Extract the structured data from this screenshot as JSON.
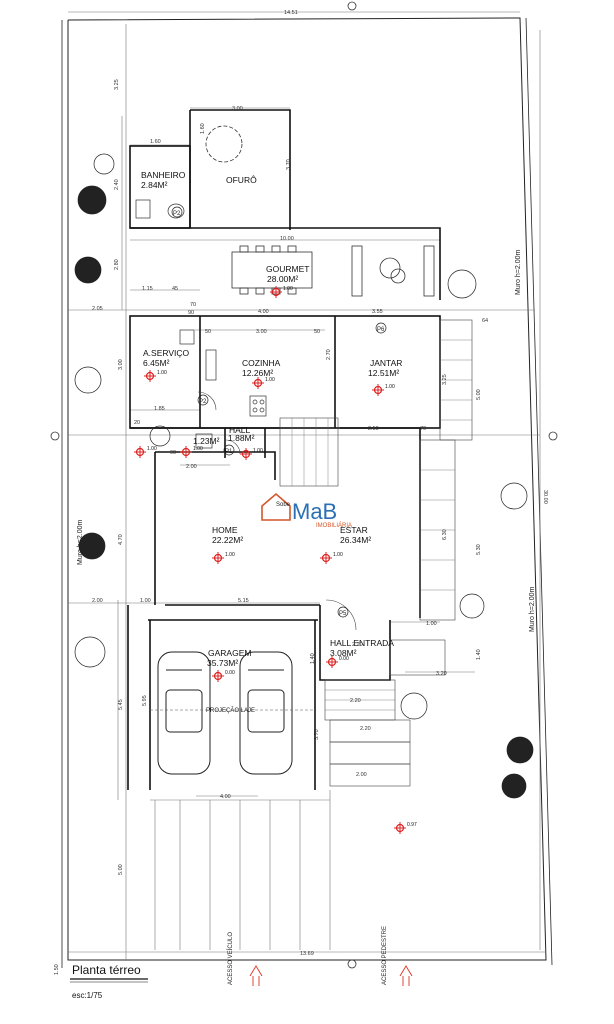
{
  "plan": {
    "title": "Planta térreo",
    "scale": "esc:1/75",
    "overall_width_top": "14.51",
    "overall_width_bottom": "13.69",
    "overall_depth": "30.00",
    "muro_left": "Muro h=2.00m",
    "muro_right_top": "Muro h=2.00m",
    "muro_right_bottom": "Muro h=2.00m",
    "projection_note": "PROJEÇÃO LAJE",
    "sobe": "Sobe",
    "access_left": "ACESSO VEÍCULO",
    "access_right": "ACESSO PEDESTRE"
  },
  "logo": {
    "main": "MaB",
    "sub": "IMOBILIÁRIA"
  },
  "rooms": [
    {
      "id": "banheiro",
      "name": "BANHEIRO",
      "area": "2.84M²"
    },
    {
      "id": "ofuro",
      "name": "OFURÔ",
      "area": ""
    },
    {
      "id": "gourmet",
      "name": "GOURMET",
      "area": "28.00M²"
    },
    {
      "id": "aservico",
      "name": "A.SERVIÇO",
      "area": "6.45M²"
    },
    {
      "id": "cozinha",
      "name": "COZINHA",
      "area": "12.26M²"
    },
    {
      "id": "jantar",
      "name": "JANTAR",
      "area": "12.51M²"
    },
    {
      "id": "lavabo",
      "name": "",
      "area": "1.23M²"
    },
    {
      "id": "hall",
      "name": "HALL",
      "area": "1.88M²"
    },
    {
      "id": "home",
      "name": "HOME",
      "area": "22.22M²"
    },
    {
      "id": "estar",
      "name": "ESTAR",
      "area": "26.34M²"
    },
    {
      "id": "hallentrada",
      "name": "HALL ENTRADA",
      "area": "3.08M²"
    },
    {
      "id": "garagem",
      "name": "GARAGEM",
      "area": "35.73M²"
    }
  ],
  "levels": [
    "1.00",
    "1.00",
    "1.00",
    "1.00",
    "1.00",
    "1.00",
    "1.00",
    "1.00",
    "0.97",
    "1.00",
    "0.00",
    "0.00"
  ],
  "doors": [
    "P1",
    "P2",
    "P2",
    "P5",
    "P6"
  ],
  "dims": {
    "d300": "3.00",
    "d160": "1.60",
    "d240": "2.40",
    "d160b": "1.60",
    "d370": "3.70",
    "d325": "3.25",
    "d1000": "10.00",
    "d280": "2.80",
    "d115": "1.15",
    "d45": "45",
    "d70": "70",
    "d205": "2.05",
    "d400": "4.00",
    "d355": "3.55",
    "d64": "64",
    "d90": "90",
    "d300b": "3.00",
    "d50": "50",
    "d50b": "50",
    "d270": "2.70",
    "d300c": "3.00",
    "d185": "1.85",
    "d325b": "3.25",
    "d500": "5.00",
    "d250": "2.50",
    "d70b": "70",
    "d20": "20",
    "d90b": "90",
    "d200": "2.00",
    "d470": "4.70",
    "d630": "6.30",
    "d530": "5.30",
    "d200b": "2.00",
    "d100": "1.00",
    "d515": "5.15",
    "d100b": "1.00",
    "d140": "1.40",
    "d320": "3.20",
    "d220": "2.20",
    "d545": "5.45",
    "d595": "5.95",
    "d370b": "3.70",
    "d220b": "2.20",
    "d220c": "2.20",
    "d200c": "2.00",
    "d400b": "4.00",
    "d500b": "5.00",
    "d150": "1.50",
    "d140b": "1.40"
  }
}
